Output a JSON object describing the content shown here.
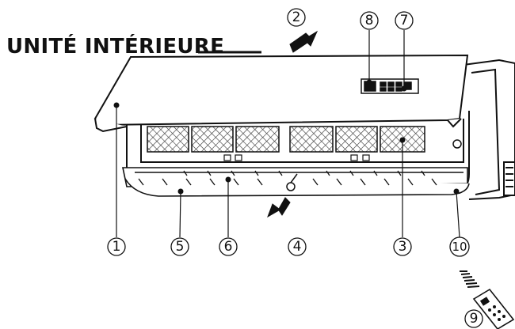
{
  "title": "UNITÉ INTÉRIEURE",
  "callouts": {
    "c1": "1",
    "c2": "2",
    "c3": "3",
    "c4": "4",
    "c5": "5",
    "c6": "6",
    "c7": "7",
    "c8": "8",
    "c9": "9",
    "c10": "10"
  },
  "colors": {
    "line": "#111111",
    "mesh": "#333333",
    "background": "#ffffff"
  }
}
